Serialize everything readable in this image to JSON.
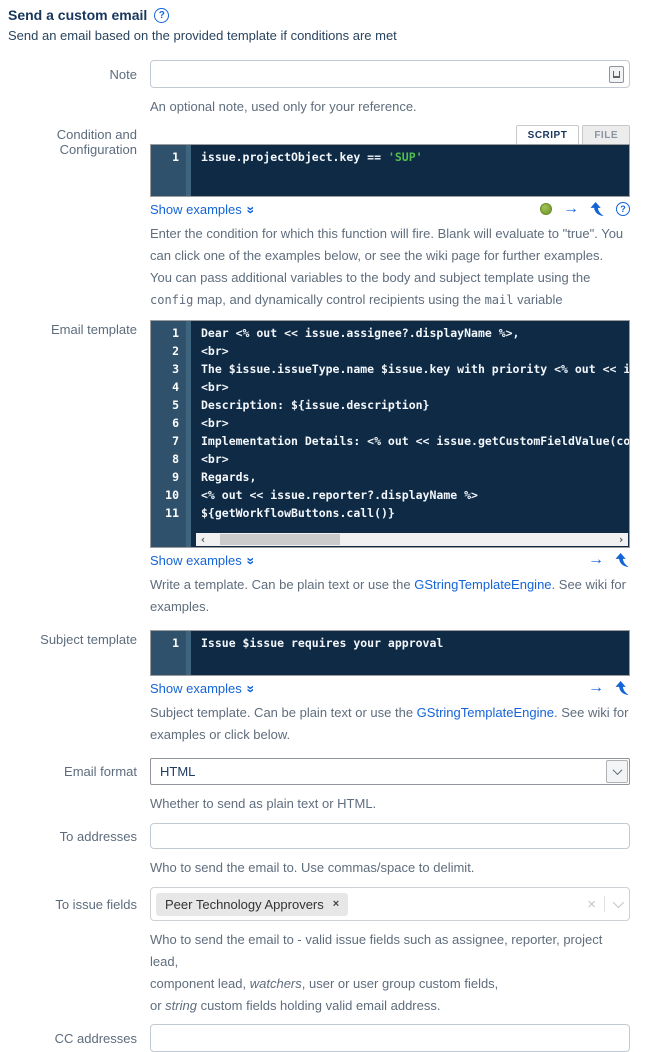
{
  "page": {
    "title": "Send a custom email",
    "subtitle": "Send an email based on the provided template if conditions are met"
  },
  "ui": {
    "show_examples": "Show examples"
  },
  "icons": {
    "help_glyph": "?",
    "double_chevron": "«",
    "run_arrow": "→",
    "scroll_left": "‹",
    "scroll_right": "›",
    "tag_remove": "×",
    "clear": "×"
  },
  "colors": {
    "link_blue": "#1464d8",
    "editor_background": "#0e2a45",
    "gutter": "#2f516b",
    "code_string_green": "#4fbf4f",
    "status_green": "#6e9527",
    "title_navy": "#17365d"
  },
  "note": {
    "label": "Note",
    "value": "",
    "placeholder": "",
    "help": "An optional note, used only for your reference."
  },
  "condition": {
    "label": "Condition and Configuration",
    "tabs": [
      {
        "label": "SCRIPT",
        "active": true
      },
      {
        "label": "FILE",
        "active": false
      }
    ],
    "code": [
      [
        {
          "t": "issue.projectObject.key == "
        },
        {
          "t": "'SUP'",
          "c": "string"
        }
      ]
    ],
    "help_paragraphs": [
      [
        {
          "t": "Enter the condition for which this function will fire. Blank will evaluate to \"true\". You can click one of the examples below, or see the wiki page for further examples."
        }
      ],
      [
        {
          "t": "You can pass additional variables to the body and subject template using the "
        },
        {
          "t": "config",
          "c": "mono"
        },
        {
          "t": " map, and dynamically control recipients using the "
        },
        {
          "t": "mail",
          "c": "mono"
        },
        {
          "t": " variable"
        }
      ]
    ]
  },
  "email_template": {
    "label": "Email template",
    "code": [
      [
        {
          "t": "Dear <% out << issue.assignee?.displayName %>,"
        }
      ],
      [
        {
          "t": "<br>"
        }
      ],
      [
        {
          "t": "The $issue.issueType.name $issue.key with priority <% out << is"
        }
      ],
      [
        {
          "t": "<br>"
        }
      ],
      [
        {
          "t": "Description: ${issue.description}"
        }
      ],
      [
        {
          "t": "<br>"
        }
      ],
      [
        {
          "t": "Implementation Details: <% out << issue.getCustomFieldValue(com"
        }
      ],
      [
        {
          "t": "<br>"
        }
      ],
      [
        {
          "t": "Regards,"
        }
      ],
      [
        {
          "t": "<% out << issue.reporter?.displayName %>"
        }
      ],
      [
        {
          "t": "${getWorkflowButtons.call()}"
        }
      ]
    ],
    "help_paragraphs": [
      [
        {
          "t": "Write a template. Can be plain text or use the "
        },
        {
          "t": "GStringTemplateEngine",
          "c": "link"
        },
        {
          "t": ". See wiki for examples."
        }
      ]
    ]
  },
  "subject_template": {
    "label": "Subject template",
    "code": [
      [
        {
          "t": "Issue $issue requires your approval"
        }
      ]
    ],
    "help_paragraphs": [
      [
        {
          "t": "Subject template. Can be plain text or use the "
        },
        {
          "t": "GStringTemplateEngine",
          "c": "link"
        },
        {
          "t": ". See wiki for examples or click below."
        }
      ]
    ]
  },
  "email_format": {
    "label": "Email format",
    "value": "HTML",
    "help": "Whether to send as plain text or HTML."
  },
  "to_addresses": {
    "label": "To addresses",
    "value": "",
    "placeholder": "",
    "help": "Who to send the email to. Use commas/space to delimit."
  },
  "to_issue_fields": {
    "label": "To issue fields",
    "tags": [
      "Peer Technology Approvers"
    ],
    "help_lines": [
      [
        {
          "t": "Who to send the email to - valid issue fields such as assignee, reporter, project lead,"
        }
      ],
      [
        {
          "t": "component lead, "
        },
        {
          "t": "watchers",
          "c": "italic"
        },
        {
          "t": ", user or user group custom fields,"
        }
      ],
      [
        {
          "t": "or "
        },
        {
          "t": "string",
          "c": "italic"
        },
        {
          "t": " custom fields holding valid email address."
        }
      ]
    ]
  },
  "cc_addresses": {
    "label": "CC addresses",
    "value": "",
    "placeholder": ""
  }
}
